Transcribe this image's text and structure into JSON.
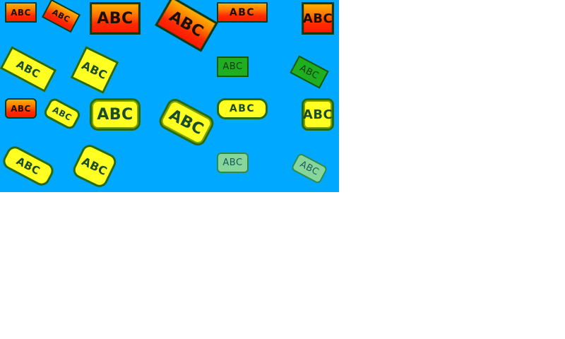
{
  "canvas": {
    "background": "#00a8ff"
  },
  "badges": {
    "r1": [
      "ABC",
      "ABC",
      "ABC",
      "ABC",
      "ABC",
      "ABC"
    ],
    "r2": [
      "ABC",
      "ABC",
      "ABC",
      "ABC"
    ],
    "r3": [
      "ABC",
      "ABC",
      "ABC",
      "ABC",
      "ABC",
      "ABC"
    ],
    "r4": [
      "ABC",
      "ABC",
      "ABC",
      "ABC"
    ]
  },
  "colors": {
    "gradient_top": "#ffb000",
    "gradient_bottom": "#ff1a00",
    "yellow": "#ffff22",
    "green": "#1fae1f",
    "mint": "#86d69b",
    "dark_border": "#0b3a14"
  }
}
